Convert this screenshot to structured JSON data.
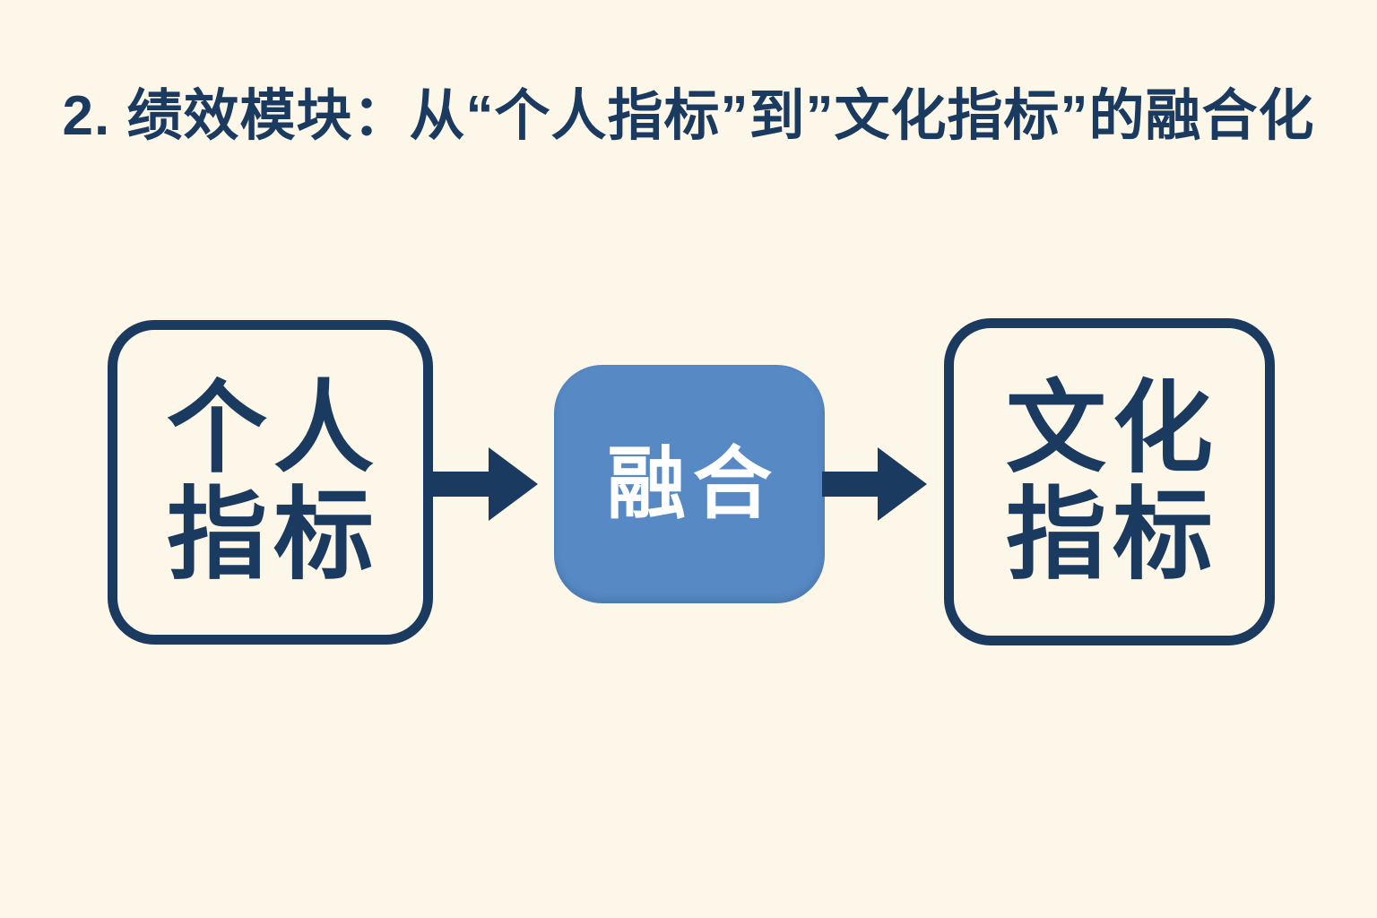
{
  "page": {
    "background_color": "#FCF7E9",
    "navy_color": "#1B3A5F",
    "blue_color": "#5789C4",
    "white_color": "#FFFFFF"
  },
  "title": {
    "text": "2. 绩效模块：从“个人指标”到”文化指标”的融合化"
  },
  "diagram": {
    "nodes": [
      {
        "id": "personal-indicators",
        "label_line1": "个人",
        "label_line2": "指标",
        "style": "outlined"
      },
      {
        "id": "fusion",
        "label": "融合",
        "style": "filled-blue"
      },
      {
        "id": "culture-indicators",
        "label_line1": "文化",
        "label_line2": "指标",
        "style": "outlined"
      }
    ],
    "arrows": [
      {
        "from": "personal-indicators",
        "to": "fusion",
        "direction": "right"
      },
      {
        "from": "fusion",
        "to": "culture-indicators",
        "direction": "right"
      }
    ]
  }
}
